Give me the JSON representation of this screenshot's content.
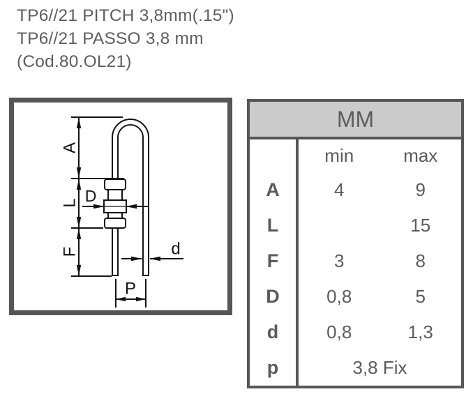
{
  "title": {
    "line1": "TP6//21 PITCH 3,8mm(.15\")",
    "line2": "TP6//21 PASSO 3,8 mm",
    "line3": "(Cod.80.OL21)"
  },
  "drawing": {
    "description": "Technical outline drawing of vertically-mounted axial component with U-bent lead",
    "dimension_labels": {
      "a": "A",
      "l": "L",
      "f": "F",
      "d_body": "D",
      "d_lead": "d",
      "p": "P"
    }
  },
  "table": {
    "unit_header": "MM",
    "col_min": "min",
    "col_max": "max",
    "rows": [
      {
        "label": "A",
        "min": "4",
        "max": "9"
      },
      {
        "label": "L",
        "min": "",
        "max": "15"
      },
      {
        "label": "F",
        "min": "3",
        "max": "8"
      },
      {
        "label": "D",
        "min": "0,8",
        "max": "5"
      },
      {
        "label": "d",
        "min": "0,8",
        "max": "1,3"
      },
      {
        "label": "p",
        "value": "3,8 Fix"
      }
    ]
  },
  "colors": {
    "frame_border": "#565656",
    "table_header_bg": "#cbcbcb",
    "text_gray": "#5b5b5b",
    "drawing_line": "#141414"
  }
}
